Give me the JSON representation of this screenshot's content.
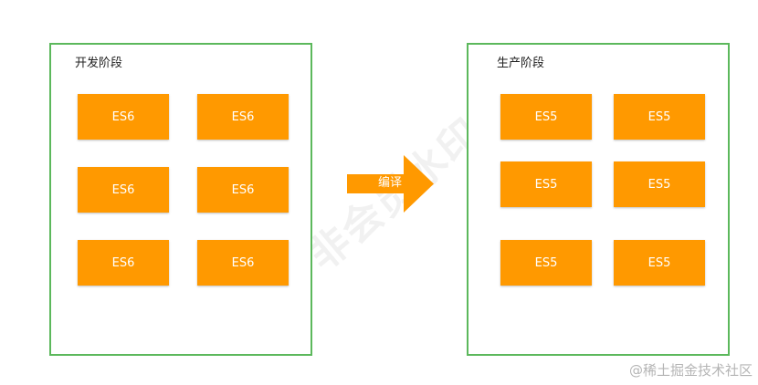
{
  "dev_panel": {
    "title": "开发阶段",
    "boxes": [
      "ES6",
      "ES6",
      "ES6",
      "ES6",
      "ES6",
      "ES6"
    ]
  },
  "prod_panel": {
    "title": "生产阶段",
    "boxes": [
      "ES5",
      "ES5",
      "ES5",
      "ES5",
      "ES5",
      "ES5"
    ]
  },
  "arrow": {
    "label": "编译"
  },
  "watermark": "非会员水印",
  "footer": "@稀土掘金技术社区",
  "colors": {
    "panel_border": "#5cb85c",
    "box_fill": "#ff9900",
    "arrow_fill": "#ff9900"
  }
}
